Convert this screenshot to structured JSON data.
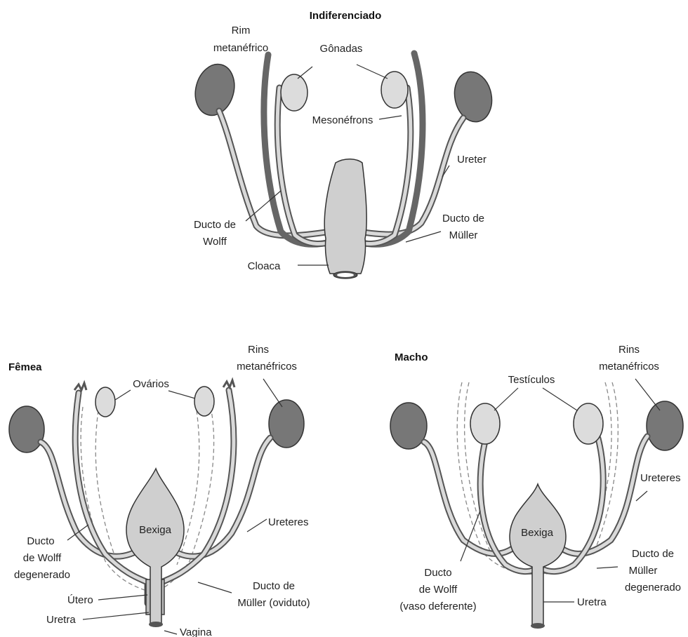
{
  "indiferenciado": {
    "title": "Indiferenciado",
    "labels": {
      "rim_1": "Rim",
      "rim_2": "metanéfrico",
      "gonadas": "Gônadas",
      "mesonefrons": "Mesonéfrons",
      "ureter": "Ureter",
      "wolff_1": "Ducto de",
      "wolff_2": "Wolff",
      "muller_1": "Ducto de",
      "muller_2": "Müller",
      "cloaca": "Cloaca"
    }
  },
  "femea": {
    "title": "Fêmea",
    "labels": {
      "rins_1": "Rins",
      "rins_2": "metanéfricos",
      "ovarios": "Ovários",
      "ureteres": "Ureteres",
      "bexiga": "Bexiga",
      "wolff_1": "Ducto",
      "wolff_2": "de Wolff",
      "wolff_3": "degenerado",
      "muller_1": "Ducto de",
      "muller_2": "Müller (oviduto)",
      "utero": "Útero",
      "uretra": "Uretra",
      "vagina": "Vagina"
    }
  },
  "macho": {
    "title": "Macho",
    "labels": {
      "rins_1": "Rins",
      "rins_2": "metanéfricos",
      "testiculos": "Testículos",
      "ureteres": "Ureteres",
      "bexiga": "Bexiga",
      "muller_1": "Ducto de",
      "muller_2": "Müller",
      "muller_3": "degenerado",
      "wolff_1": "Ducto",
      "wolff_2": "de Wolff",
      "wolff_3": "(vaso deferente)",
      "uretra": "Uretra"
    }
  }
}
